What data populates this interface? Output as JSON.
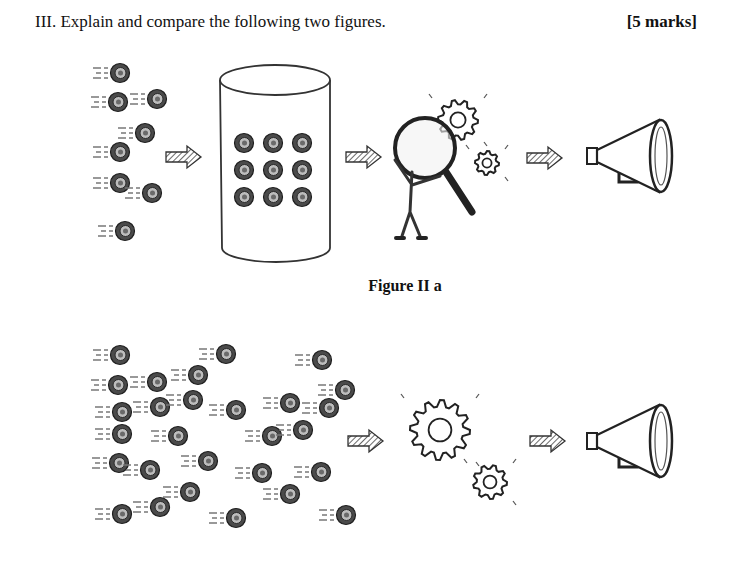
{
  "diagram": {
    "title": "III. Explain and compare the following two figures.",
    "labels": [
      "[5 marks]",
      "Figure II a"
    ]
  }
}
